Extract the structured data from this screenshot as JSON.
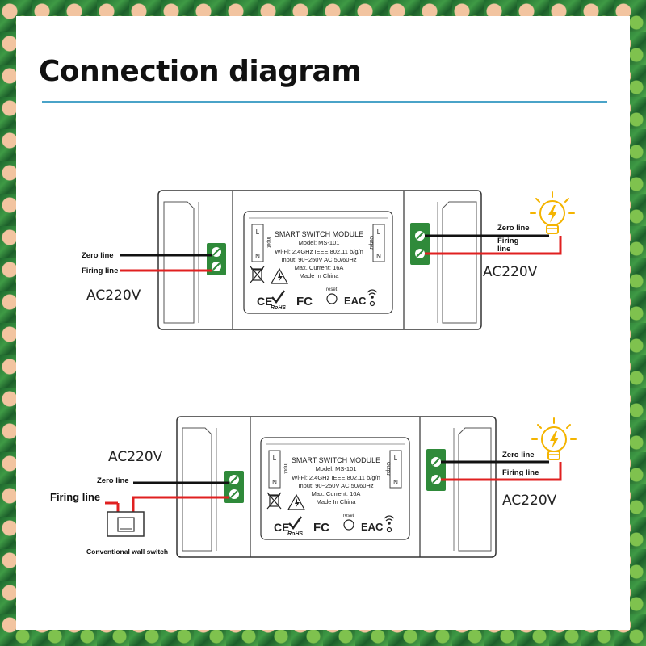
{
  "title": "Connection diagram",
  "colors": {
    "neutral_wire": "#111111",
    "live_wire": "#e02020",
    "terminal": "#2f8a3a",
    "rule": "#4aa3c8",
    "bulb": "#f4b400"
  },
  "module": {
    "title": "SMART SWITCH MODULE",
    "model": "Model: MS-101",
    "wifi": "Wi-Fi: 2.4GHz IEEE 802.11 b/g/n",
    "input": "Input: 90~250V AC 50/60Hz",
    "current": "Max. Current: 16A",
    "origin": "Made In China",
    "reset": "reset",
    "input_tag": "Input",
    "output_tag": "Output",
    "l": "L",
    "n": "N",
    "cert_ce": "CE",
    "cert_fc": "FC",
    "cert_eac": "EAC",
    "cert_rohs": "RoHS"
  },
  "diagram1": {
    "zero_line_in": "Zero line",
    "firing_line_in": "Firing line",
    "ac_in": "AC220V",
    "zero_line_out": "Zero line",
    "firing_line_out": "Firing",
    "firing_line_out_2": "line",
    "ac_out": "AC220V"
  },
  "diagram2": {
    "ac_in": "AC220V",
    "zero_line_in": "Zero line",
    "firing_line_in": "Firing line",
    "wall_switch": "Conventional wall switch",
    "zero_line_out": "Zero line",
    "firing_line_out": "Firing line",
    "ac_out": "AC220V"
  },
  "icons": [
    "lightbulb-icon",
    "wifi-icon",
    "weee-bin-icon",
    "high-voltage-icon",
    "checkmark-icon"
  ]
}
